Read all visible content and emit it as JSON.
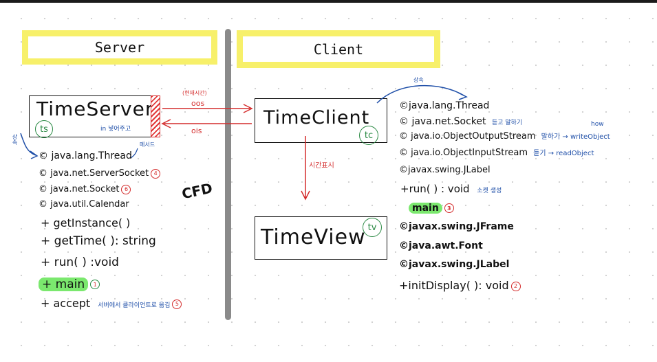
{
  "server": {
    "header": "Server",
    "class_name": "TimeServer",
    "badge": "ts",
    "note_in": "in 넣어주고",
    "note_inherit": "상속",
    "note_method": "메서드",
    "members": [
      {
        "text": "© java.lang.Thread"
      },
      {
        "text": "© java.net.ServerSocket",
        "num": "4"
      },
      {
        "text": "© java.net.Socket",
        "num": "6"
      },
      {
        "text": "© java.util.Calendar"
      },
      {
        "text": "+ getInstance( )"
      },
      {
        "text": "+ getTime(   ): string"
      },
      {
        "text": "+ run( ) :void"
      },
      {
        "text": "+ main",
        "num": "1"
      },
      {
        "text": "+ accept",
        "note": "서버에서 클라이언트로 옮김",
        "num": "5"
      }
    ],
    "cfd": "CFD"
  },
  "client": {
    "header": "Client",
    "class_name": "TimeClient",
    "badge": "tc",
    "note_inherit": "상속",
    "members": [
      {
        "text": "©java.lang.Thread"
      },
      {
        "text": "© java.net.Socket",
        "note": "듣고 말하기"
      },
      {
        "text": "© java.io.ObjectOutputStream",
        "note": "말하기 → writeObject",
        "note_top": "how"
      },
      {
        "text": "© java.io.ObjectInputStream",
        "note": "듣기 → readObject"
      },
      {
        "text": "©javax.swing.JLabel"
      },
      {
        "text": "+run( ) : void",
        "note": "소켓 생성"
      },
      {
        "text": "main",
        "num": "3"
      },
      {
        "text": "©javax.swing.JFrame"
      },
      {
        "text": "©java.awt.Font"
      },
      {
        "text": "©javax.swing.JLabel"
      },
      {
        "text": "+initDisplay( ): void",
        "num": "2"
      }
    ]
  },
  "view": {
    "class_name": "TimeView",
    "badge": "tv",
    "arrow_label": "시간표시"
  },
  "arrows": {
    "oos": "oos",
    "oos_note": "(현재시간)",
    "ois": "ois"
  },
  "colors": {
    "highlight_yellow": "#f7f06a",
    "highlight_green": "#7be86e",
    "ink_red": "#d42c2c",
    "ink_blue": "#1f4fa8",
    "ink_green": "#2b8a44",
    "divider": "#8a8a8a"
  }
}
